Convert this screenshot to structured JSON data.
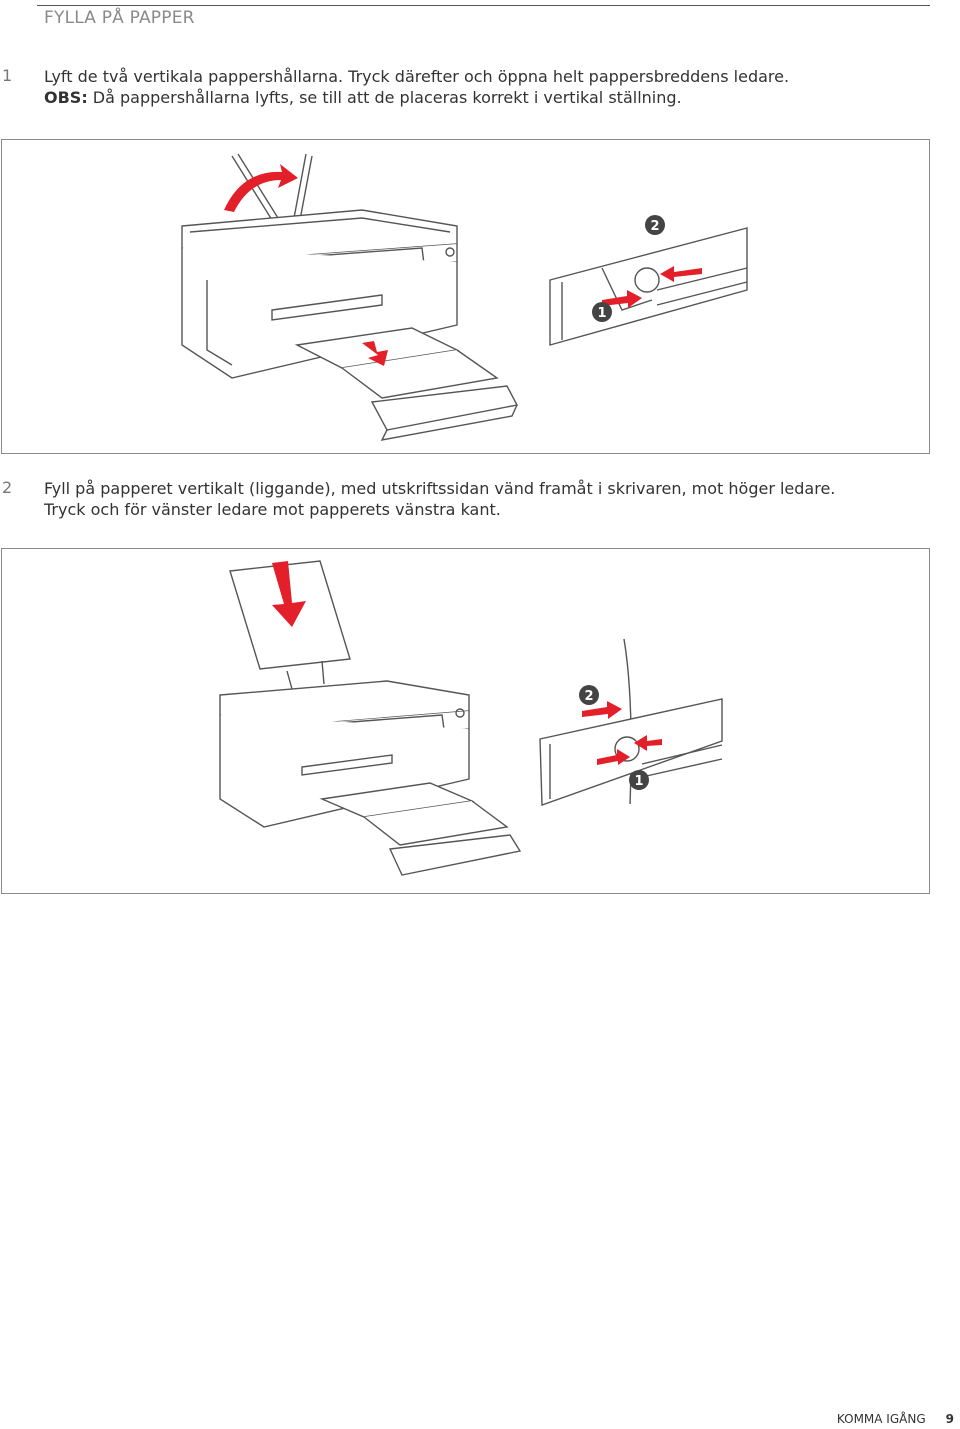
{
  "header": {
    "title": "FYLLA PÅ PAPPER"
  },
  "steps": [
    {
      "number": "1",
      "lines": [
        "Lyft de två vertikala pappershållarna. Tryck därefter och öppna helt pappersbreddens ledare."
      ],
      "note_label": "OBS:",
      "note_text": " Då pappershållarna lyfts, se till att de placeras korrekt i vertikal ställning.",
      "figure": {
        "callouts": [
          "2",
          "1"
        ]
      }
    },
    {
      "number": "2",
      "lines": [
        "Fyll på papperet vertikalt (liggande), med utskriftssidan vänd framåt i skrivaren, mot höger ledare.",
        "Tryck och för vänster ledare mot papperets vänstra kant."
      ],
      "figure": {
        "callouts": [
          "2",
          "1"
        ]
      }
    }
  ],
  "footer": {
    "section": "KOMMA IGÅNG",
    "page": "9"
  },
  "colors": {
    "accent": "#e3202a",
    "line": "#555555",
    "frame": "#8a8a8a"
  }
}
